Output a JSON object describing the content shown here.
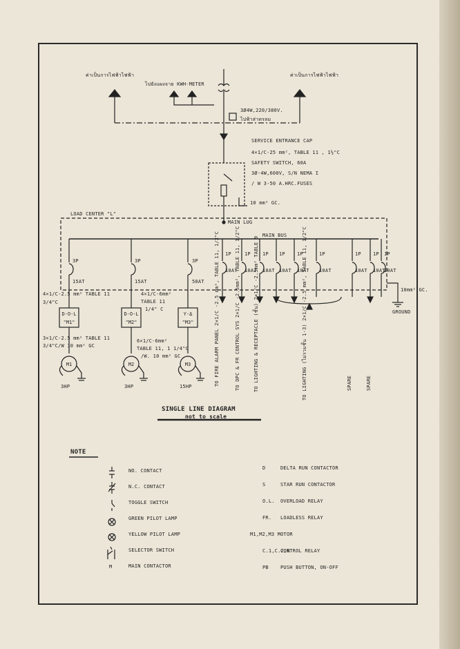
{
  "top": {
    "label_left": "ค่าเป็นการไฟฟ้าไฟฟ้า",
    "label_meter": "ไปยังแผงจาย KWH-METER",
    "label_right": "ค่าเป็นการไฟฟ้าไฟฟ้า",
    "supply_1": "3Ø4W,220/380V.",
    "supply_2": "ไปฟ้าส่าทรลม"
  },
  "service": [
    "SERVICE ENTRANCE CAP",
    "4×1/C-25 mm², TABLE 11 , 1½\"C",
    "SAFETY SWITCH, 60A",
    "3Ø-4W,600V, S/N NEMA I",
    "/ W 3-50 A.HRC.FUSES"
  ],
  "ground_top": "10 mm² GC.",
  "load_center": "LOAD CENTER \"L\"",
  "main_lug": "MAIN LUG",
  "main_bus": "MAIN BUS",
  "motor_branches": [
    {
      "poles": "3P",
      "rating": "15AT",
      "starter": "D-O-L",
      "tag": "\"M1\"",
      "motor": "M1",
      "hp": "3HP",
      "feed_1": "4×1/C-2.5 mm²  TABLE 11",
      "feed_2": "3/4\"C",
      "out_1": "3×1/C-2.5 mm²  TABLE 11",
      "out_2": "3/4\"C/W  10 mm² GC"
    },
    {
      "poles": "3P",
      "rating": "15AT",
      "starter": "D-O-L",
      "tag": "\"M2\"",
      "motor": "M2",
      "hp": "3HP",
      "feed_1": "4×1/C-6mm²",
      "feed_2": "TABLE 11",
      "feed_3": "1/4\" C",
      "out_1": "6×1/C-6mm²",
      "out_2": "TABLE 11, 1 1/4\"C",
      "out_3": "/W. 10 mm² GC"
    },
    {
      "poles": "3P",
      "rating": "50AT",
      "starter": "Y-Δ",
      "tag": "\"M3\"",
      "motor": "M3",
      "hp": "15HP"
    }
  ],
  "single_branches": [
    {
      "poles": "1P",
      "rating": "10AT"
    },
    {
      "poles": "1P",
      "rating": "10AT"
    },
    {
      "poles": "1P",
      "rating": "10AT"
    },
    {
      "poles": "1P",
      "rating": "10AT"
    },
    {
      "poles": "1P",
      "rating": "10AT"
    },
    {
      "poles": "1P",
      "rating": "10AT"
    },
    {
      "poles": "1P",
      "rating": "10AT"
    },
    {
      "poles": "1P",
      "rating": "10AT"
    },
    {
      "poles": "1P",
      "rating": "10AT"
    }
  ],
  "circuit_labels": [
    "TO FIRE ALARM PANEL 2×1/C -2.5 mm², TABLE 11, 1/2\"C",
    "TO DPC & FR CONTROL SYS 2×1/C -2.5mm², TABLE 11, 1/2\"C",
    "TO LIGHTING & RECEPTACLE (ชั้น) 2×1/C -2.5mm² TABLE 9",
    "TO LIGHTING (ไม่รวมชั้น 1-3) 2×1/C -2.5 mm², TABLE 11, 1/2\"C",
    "SPARE",
    "SPARE"
  ],
  "ground": {
    "size": "10mm² GC.",
    "label": "GROUND"
  },
  "title": {
    "main": "SINGLE LINE DIAGRAM",
    "sub": "not to scale"
  },
  "note": {
    "heading": "NOTE",
    "left": [
      {
        "icon": "no-contact-icon",
        "text": "NO. CONTACT"
      },
      {
        "icon": "nc-contact-icon",
        "text": "N.C. CONTACT"
      },
      {
        "icon": "toggle-switch-icon",
        "text": "TOGGLE SWITCH"
      },
      {
        "icon": "green-lamp-icon",
        "text": "GREEN PILOT LAMP"
      },
      {
        "icon": "yellow-lamp-icon",
        "text": "YELLOW PILOT LAMP"
      },
      {
        "icon": "selector-switch-icon",
        "text": "SELECTOR SWITCH"
      },
      {
        "sym": "M",
        "text": "MAIN CONTACTOR"
      }
    ],
    "right": [
      {
        "sym": "D",
        "text": "DELTA RUN CONTACTOR"
      },
      {
        "sym": "S",
        "text": "STAR RUN CONTACTOR"
      },
      {
        "sym": "O.L.",
        "text": "OVERLOAD RELAY"
      },
      {
        "sym": "FR.",
        "text": "LOADLESS RELAY"
      },
      {
        "sym": "",
        "text": "M1,M2,M3 MOTOR"
      },
      {
        "sym": "C.1,C.2,R",
        "text": "CONTROL RELAY"
      },
      {
        "sym": "PB",
        "text": "PUSH BUTTON, ON-OFF"
      }
    ]
  }
}
